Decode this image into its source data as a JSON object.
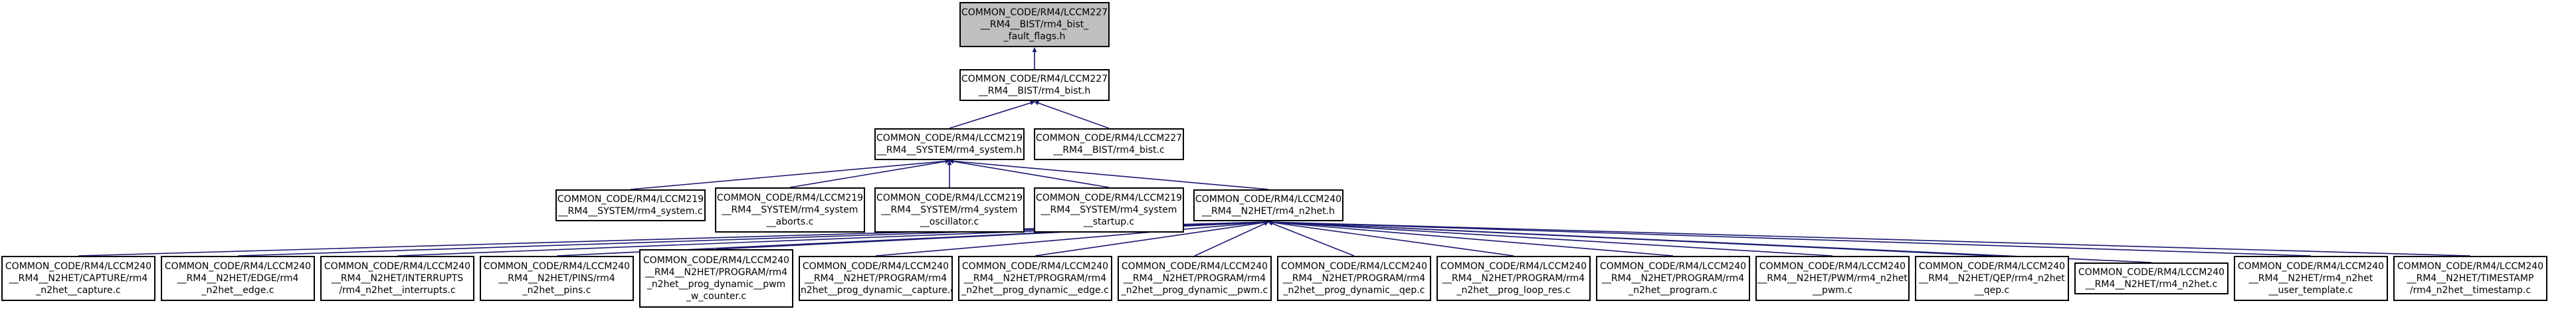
{
  "colors": {
    "edge": "#191970",
    "node_border": "#000000",
    "root_fill": "#bfbfbf",
    "node_fill": "#ffffff"
  },
  "nodes": [
    {
      "id": "n_fault_flags",
      "lines": [
        "COMMON_CODE/RM4/LCCM227",
        "__RM4__BIST/rm4_bist_",
        "_fault_flags.h"
      ]
    },
    {
      "id": "n_bist_h",
      "lines": [
        "COMMON_CODE/RM4/LCCM227",
        "__RM4__BIST/rm4_bist.h"
      ]
    },
    {
      "id": "n_system_h",
      "lines": [
        "COMMON_CODE/RM4/LCCM219",
        "__RM4__SYSTEM/rm4_system.h"
      ]
    },
    {
      "id": "n_bist_c",
      "lines": [
        "COMMON_CODE/RM4/LCCM227",
        "__RM4__BIST/rm4_bist.c"
      ]
    },
    {
      "id": "n_system_c",
      "lines": [
        "COMMON_CODE/RM4/LCCM219",
        "__RM4__SYSTEM/rm4_system.c"
      ]
    },
    {
      "id": "n_system_aborts",
      "lines": [
        "COMMON_CODE/RM4/LCCM219",
        "__RM4__SYSTEM/rm4_system",
        "__aborts.c"
      ]
    },
    {
      "id": "n_system_oscillator",
      "lines": [
        "COMMON_CODE/RM4/LCCM219",
        "__RM4__SYSTEM/rm4_system",
        "__oscillator.c"
      ]
    },
    {
      "id": "n_system_startup",
      "lines": [
        "COMMON_CODE/RM4/LCCM219",
        "__RM4__SYSTEM/rm4_system",
        "__startup.c"
      ]
    },
    {
      "id": "n_n2het_h",
      "lines": [
        "COMMON_CODE/RM4/LCCM240",
        "__RM4__N2HET/rm4_n2het.h"
      ]
    },
    {
      "id": "n_capture",
      "lines": [
        "COMMON_CODE/RM4/LCCM240",
        "__RM4__N2HET/CAPTURE/rm4",
        "_n2het__capture.c"
      ]
    },
    {
      "id": "n_edge",
      "lines": [
        "COMMON_CODE/RM4/LCCM240",
        "__RM4__N2HET/EDGE/rm4",
        "_n2het__edge.c"
      ]
    },
    {
      "id": "n_interrupts",
      "lines": [
        "COMMON_CODE/RM4/LCCM240",
        "__RM4__N2HET/INTERRUPTS",
        "/rm4_n2het__interrupts.c"
      ]
    },
    {
      "id": "n_pins",
      "lines": [
        "COMMON_CODE/RM4/LCCM240",
        "__RM4__N2HET/PINS/rm4",
        "_n2het__pins.c"
      ]
    },
    {
      "id": "n_prog_dyn_pwm_counter",
      "lines": [
        "COMMON_CODE/RM4/LCCM240",
        "__RM4__N2HET/PROGRAM/rm4",
        "_n2het__prog_dynamic__pwm",
        "_w_counter.c"
      ]
    },
    {
      "id": "n_prog_dyn_capture",
      "lines": [
        "COMMON_CODE/RM4/LCCM240",
        "__RM4__N2HET/PROGRAM/rm4",
        "_n2het__prog_dynamic__capture.c"
      ]
    },
    {
      "id": "n_prog_dyn_edge",
      "lines": [
        "COMMON_CODE/RM4/LCCM240",
        "__RM4__N2HET/PROGRAM/rm4",
        "_n2het__prog_dynamic__edge.c"
      ]
    },
    {
      "id": "n_prog_dyn_pwm",
      "lines": [
        "COMMON_CODE/RM4/LCCM240",
        "__RM4__N2HET/PROGRAM/rm4",
        "_n2het__prog_dynamic__pwm.c"
      ]
    },
    {
      "id": "n_prog_dyn_qep",
      "lines": [
        "COMMON_CODE/RM4/LCCM240",
        "__RM4__N2HET/PROGRAM/rm4",
        "_n2het__prog_dynamic__qep.c"
      ]
    },
    {
      "id": "n_prog_loop_res",
      "lines": [
        "COMMON_CODE/RM4/LCCM240",
        "__RM4__N2HET/PROGRAM/rm4",
        "_n2het__prog_loop_res.c"
      ]
    },
    {
      "id": "n_program",
      "lines": [
        "COMMON_CODE/RM4/LCCM240",
        "__RM4__N2HET/PROGRAM/rm4",
        "_n2het__program.c"
      ]
    },
    {
      "id": "n_pwm",
      "lines": [
        "COMMON_CODE/RM4/LCCM240",
        "__RM4__N2HET/PWM/rm4_n2het",
        "__pwm.c"
      ]
    },
    {
      "id": "n_qep",
      "lines": [
        "COMMON_CODE/RM4/LCCM240",
        "__RM4__N2HET/QEP/rm4_n2het",
        "__qep.c"
      ]
    },
    {
      "id": "n_n2het_c",
      "lines": [
        "COMMON_CODE/RM4/LCCM240",
        "__RM4__N2HET/rm4_n2het.c"
      ]
    },
    {
      "id": "n_user_template",
      "lines": [
        "COMMON_CODE/RM4/LCCM240",
        "__RM4__N2HET/rm4_n2het",
        "__user_template.c"
      ]
    },
    {
      "id": "n_timestamp",
      "lines": [
        "COMMON_CODE/RM4/LCCM240",
        "__RM4__N2HET/TIMESTAMP",
        "/rm4_n2het__timestamp.c"
      ]
    }
  ],
  "edges": [
    [
      "n_bist_h",
      "n_fault_flags"
    ],
    [
      "n_system_h",
      "n_bist_h"
    ],
    [
      "n_bist_c",
      "n_bist_h"
    ],
    [
      "n_system_c",
      "n_system_h"
    ],
    [
      "n_system_aborts",
      "n_system_h"
    ],
    [
      "n_system_oscillator",
      "n_system_h"
    ],
    [
      "n_system_startup",
      "n_system_h"
    ],
    [
      "n_n2het_h",
      "n_system_h"
    ],
    [
      "n_capture",
      "n_n2het_h"
    ],
    [
      "n_edge",
      "n_n2het_h"
    ],
    [
      "n_interrupts",
      "n_n2het_h"
    ],
    [
      "n_pins",
      "n_n2het_h"
    ],
    [
      "n_prog_dyn_pwm_counter",
      "n_n2het_h"
    ],
    [
      "n_prog_dyn_capture",
      "n_n2het_h"
    ],
    [
      "n_prog_dyn_edge",
      "n_n2het_h"
    ],
    [
      "n_prog_dyn_pwm",
      "n_n2het_h"
    ],
    [
      "n_prog_dyn_qep",
      "n_n2het_h"
    ],
    [
      "n_prog_loop_res",
      "n_n2het_h"
    ],
    [
      "n_program",
      "n_n2het_h"
    ],
    [
      "n_pwm",
      "n_n2het_h"
    ],
    [
      "n_qep",
      "n_n2het_h"
    ],
    [
      "n_n2het_c",
      "n_n2het_h"
    ],
    [
      "n_user_template",
      "n_n2het_h"
    ],
    [
      "n_timestamp",
      "n_n2het_h"
    ]
  ]
}
